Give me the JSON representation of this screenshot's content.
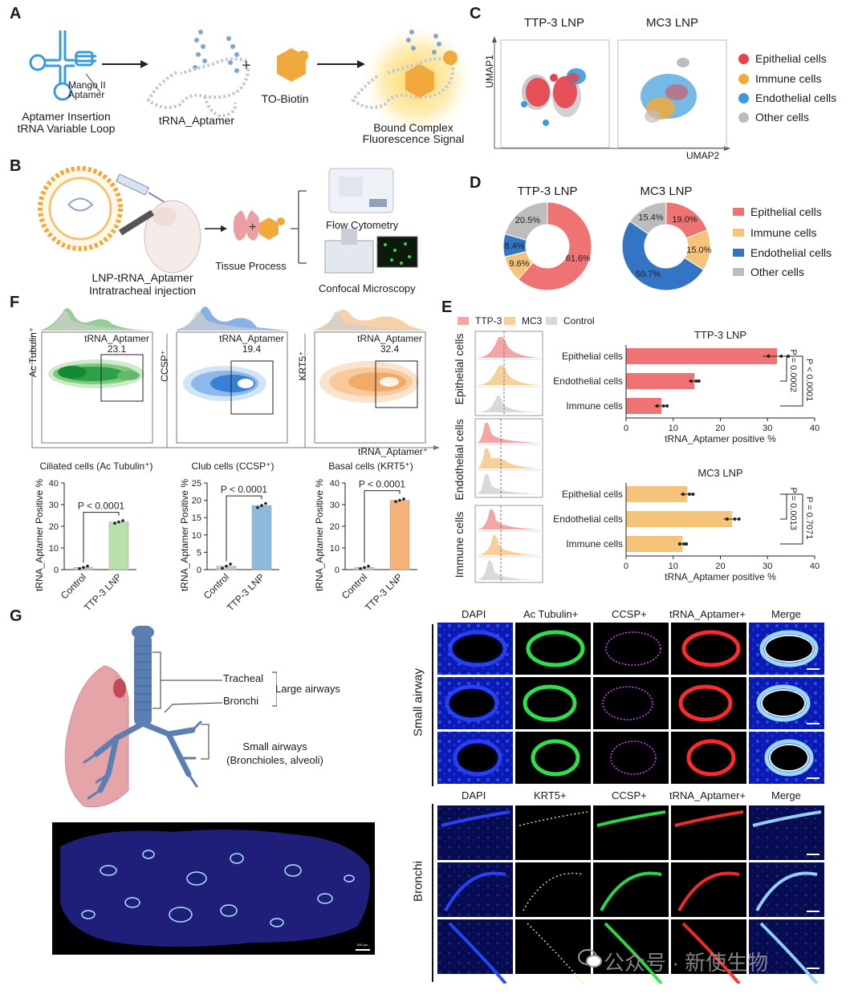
{
  "panels": {
    "A": {
      "label": "A",
      "mango_label_1": "Mango II",
      "mango_label_2": "Aptamer",
      "caption_insert_1": "Aptamer Insertion",
      "caption_insert_2": "tRNA Variable Loop",
      "caption_trna": "tRNA_Aptamer",
      "caption_to_biotin": "TO-Biotin",
      "caption_bound_1": "Bound Complex",
      "caption_bound_2": "Fluorescence Signal",
      "plus": "+"
    },
    "B": {
      "label": "B",
      "caption_lnp_1": "LNP-tRNA_Aptamer",
      "caption_lnp_2": "Intratracheal injection",
      "caption_tissue": "Tissue Process",
      "caption_flow": "Flow Cytometry",
      "caption_confocal": "Confocal Microscopy",
      "plus": "+"
    },
    "C": {
      "label": "C",
      "title_left": "TTP-3 LNP",
      "title_right": "MC3 LNP",
      "ylabel": "UMAP1",
      "xlabel": "UMAP2",
      "legend": [
        {
          "name": "Epithelial cells",
          "color": "#e8434b"
        },
        {
          "name": "Immune cells",
          "color": "#f0a93a"
        },
        {
          "name": "Endothelial cells",
          "color": "#3a9bdc"
        },
        {
          "name": "Other cells",
          "color": "#bdbdbd"
        }
      ]
    },
    "D": {
      "label": "D",
      "title_left": "TTP-3 LNP",
      "title_right": "MC3 LNP",
      "legend": [
        {
          "name": "Epithelial cells",
          "color": "#f07373"
        },
        {
          "name": "Immune cells",
          "color": "#f5c47a"
        },
        {
          "name": "Endothelial cells",
          "color": "#3474c4"
        },
        {
          "name": "Other cells",
          "color": "#bdbdbd"
        }
      ]
    },
    "E": {
      "label": "E",
      "legend": [
        {
          "name": "TTP-3",
          "color": "#f4a6a6"
        },
        {
          "name": "MC3",
          "color": "#f7cf99"
        },
        {
          "name": "Control",
          "color": "#d9d9d9"
        }
      ],
      "hist_labels": [
        "Epithelial cells",
        "Endothelial cells",
        "Immune cells"
      ]
    },
    "F": {
      "label": "F",
      "flow_ylabels": [
        "Ac Tubulin⁺",
        "CCSP⁺",
        "KRT5⁺"
      ],
      "gate_name": "tRNA_Aptamer",
      "gate_values": [
        "23.1",
        "19.4",
        "32.4"
      ],
      "flow_xlabel": "tRNA_Aptamer⁺",
      "bar_titles": [
        "Ciliated cells (Ac Tubulin⁺)",
        "Club cells (CCSP⁺)",
        "Basal cells (KRT5⁺)"
      ],
      "bar_ylabel": "tRNA_Aptamer Positive %",
      "bar_categories": [
        "Control",
        "TTP-3 LNP"
      ],
      "p_label": "P < 0.0001"
    },
    "G": {
      "label": "G",
      "tracheal": "Tracheal",
      "bronchi": "Bronchi",
      "large_airways": "Large airways",
      "small_airways_1": "Small airways",
      "small_airways_2": "(Bronchioles, alveoli)",
      "grid_top_headers": [
        "DAPI",
        "Ac Tubulin+",
        "CCSP+",
        "tRNA_Aptamer+",
        "Merge"
      ],
      "grid_bottom_headers": [
        "DAPI",
        "KRT5+",
        "CCSP+",
        "tRNA_Aptamer+",
        "Merge"
      ],
      "row_small": "Small airway",
      "row_bronchi": "Bronchi",
      "scale_text": "500 μm"
    }
  },
  "chart_data": [
    {
      "type": "pie",
      "title": "TTP-3 LNP",
      "categories": [
        "Epithelial cells",
        "Immune cells",
        "Endothelial cells",
        "Other cells"
      ],
      "values": [
        61.6,
        9.6,
        8.4,
        20.5
      ],
      "labels": [
        "61.6%",
        "9.6%",
        "8.4%",
        "20.5%"
      ]
    },
    {
      "type": "pie",
      "title": "MC3 LNP",
      "categories": [
        "Epithelial cells",
        "Immune cells",
        "Endothelial cells",
        "Other cells"
      ],
      "values": [
        19.0,
        15.0,
        50.7,
        15.4
      ],
      "labels": [
        "19.0%",
        "15.0%",
        "50.7%",
        "15.4%"
      ]
    },
    {
      "type": "bar",
      "title": "TTP-3 LNP",
      "categories": [
        "Epithelial cells",
        "Endothelial cells",
        "Immune cells"
      ],
      "values": [
        32,
        14.5,
        7.5
      ],
      "errors": [
        3,
        1.2,
        1.5
      ],
      "xlabel": "tRNA_Aptamer positive %",
      "xlim": [
        0,
        40
      ],
      "ticks": [
        0,
        10,
        20,
        30,
        40
      ],
      "color": "#f07373",
      "comparisons": [
        "P = 0.0002",
        "P < 0.0001"
      ]
    },
    {
      "type": "bar",
      "title": "MC3 LNP",
      "categories": [
        "Epithelial cells",
        "Endothelial cells",
        "Immune cells"
      ],
      "values": [
        13,
        22.5,
        12
      ],
      "errors": [
        1.5,
        1.8,
        1
      ],
      "xlabel": "tRNA_Aptamer positive %",
      "xlim": [
        0,
        40
      ],
      "ticks": [
        0,
        10,
        20,
        30,
        40
      ],
      "color": "#f5c47a",
      "comparisons": [
        "P = 0.0013",
        "P = 0.7071"
      ]
    },
    {
      "type": "bar",
      "title": "Ciliated cells (Ac Tubulin⁺)",
      "categories": [
        "Control",
        "TTP-3 LNP"
      ],
      "values": [
        1,
        22
      ],
      "ylim": [
        0,
        40
      ],
      "ticks": [
        0,
        10,
        20,
        30,
        40
      ],
      "color": "#b9e0ad",
      "annotation": "P < 0.0001"
    },
    {
      "type": "bar",
      "title": "Club cells (CCSP⁺)",
      "categories": [
        "Control",
        "TTP-3 LNP"
      ],
      "values": [
        1,
        18.5
      ],
      "ylim": [
        0,
        25
      ],
      "ticks": [
        0,
        5,
        10,
        15,
        20,
        25
      ],
      "color": "#8db9dc",
      "annotation": "P < 0.0001"
    },
    {
      "type": "bar",
      "title": "Basal cells (KRT5⁺)",
      "categories": [
        "Control",
        "TTP-3 LNP"
      ],
      "values": [
        1,
        32
      ],
      "ylim": [
        0,
        40
      ],
      "ticks": [
        0,
        10,
        20,
        30,
        40
      ],
      "color": "#f5b379",
      "annotation": "P < 0.0001"
    }
  ],
  "watermark": "公众号 · 新使生物"
}
